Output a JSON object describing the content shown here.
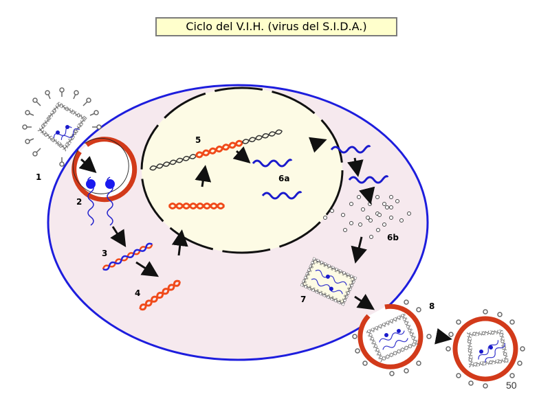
{
  "title": "Ciclo del V.I.H. (virus del S.I.D.A.)",
  "page_number": "50",
  "colors": {
    "cell_fill": "#f6e9ee",
    "cell_border": "#1d1ddd",
    "nucleus_fill": "#fdfbe5",
    "virus_envelope": "#d23a1a",
    "rna": "#1a1acc",
    "dna_red": "#f04a1a",
    "title_bg": "#ffffcc"
  },
  "steps": [
    {
      "label": "1",
      "description": "virus attaching to cell"
    },
    {
      "label": "2",
      "description": "viral RNA released"
    },
    {
      "label": "3",
      "description": "RNA-DNA hybrid"
    },
    {
      "label": "4",
      "description": "double-stranded viral DNA"
    },
    {
      "label": "5",
      "description": "viral DNA integrated in host DNA"
    },
    {
      "label": "6a",
      "description": "viral RNA transcribed"
    },
    {
      "label": "6b",
      "description": "viral proteins"
    },
    {
      "label": "7",
      "description": "capsid assembly"
    },
    {
      "label": "8",
      "description": "budding virus"
    }
  ]
}
